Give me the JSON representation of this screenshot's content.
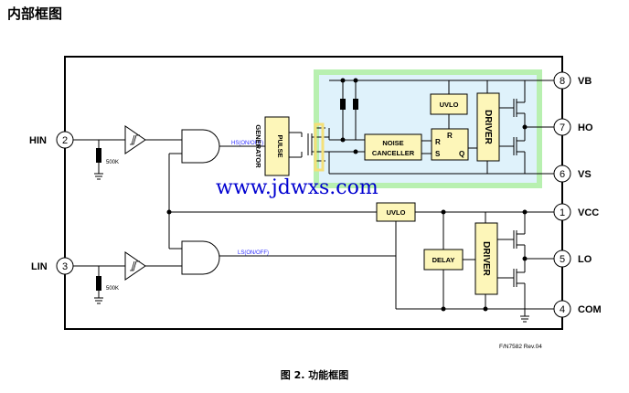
{
  "header": {
    "title": "内部框图"
  },
  "caption": "图 2. 功能框图",
  "doc_code": "F/N7582 Rev.04",
  "watermark": "www.jdwxs.com",
  "pins": {
    "hin": {
      "label": "HIN",
      "number": "2"
    },
    "lin": {
      "label": "LIN",
      "number": "3"
    },
    "vb": {
      "label": "VB",
      "number": "8"
    },
    "ho": {
      "label": "HO",
      "number": "7"
    },
    "vs": {
      "label": "VS",
      "number": "6"
    },
    "vcc": {
      "label": "VCC",
      "number": "1"
    },
    "lo": {
      "label": "LO",
      "number": "5"
    },
    "com": {
      "label": "COM",
      "number": "4"
    }
  },
  "blocks": {
    "pulse_generator": [
      "PULSE",
      "GENERATOR"
    ],
    "noise_canceller": [
      "NOISE",
      "CANCELLER"
    ],
    "uvlo_high": "UVLO",
    "uvlo_low": "UVLO",
    "delay": "DELAY",
    "driver_high": "DRIVER",
    "driver_low": "DRIVER",
    "latch": {
      "r_top": "R",
      "r": "R",
      "s": "S",
      "q": "Q"
    }
  },
  "resistors": {
    "hin": "500K",
    "lin": "500K"
  },
  "signals": {
    "hs_on_off": "HS(ON/OFF)",
    "ls_on_off": "LS(ON/OFF)"
  },
  "colors": {
    "highlight_border": "#b8f0b0",
    "highlight_fill": "#dff2fb",
    "block_fill": "#fdf6b9",
    "watermark": "#0000d0",
    "signal_text": "#3030ff"
  }
}
